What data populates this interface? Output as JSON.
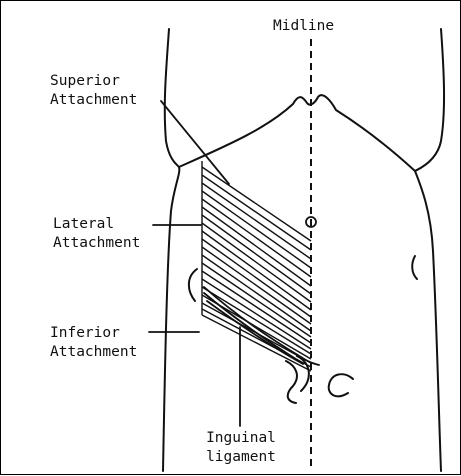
{
  "labels": {
    "midline": "Midline",
    "superior": [
      "Superior",
      "Attachment"
    ],
    "lateral": [
      "Lateral",
      "Attachment"
    ],
    "inferior": [
      "Inferior",
      "Attachment"
    ],
    "inguinal": [
      "Inguinal",
      "ligament"
    ]
  },
  "colors": {
    "ink": "#111111",
    "background": "#ffffff"
  }
}
